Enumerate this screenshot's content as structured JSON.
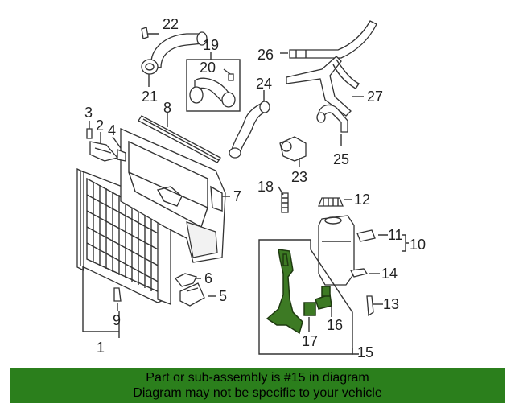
{
  "callouts": {
    "c1": "1",
    "c2": "2",
    "c3": "3",
    "c4": "4",
    "c5": "5",
    "c6": "6",
    "c7": "7",
    "c8": "8",
    "c9": "9",
    "c10": "10",
    "c11": "11",
    "c12": "12",
    "c13": "13",
    "c14": "14",
    "c15": "15",
    "c16": "16",
    "c17": "17",
    "c18": "18",
    "c19": "19",
    "c20": "20",
    "c21": "21",
    "c22": "22",
    "c23": "23",
    "c24": "24",
    "c25": "25",
    "c26": "26",
    "c27": "27"
  },
  "highlighted_part": "15",
  "colors": {
    "highlight": "#3d7a24",
    "banner": "#2b7f1c",
    "line": "#333333"
  },
  "banner": {
    "line1": "Part or sub-assembly is #15 in diagram",
    "line2": "Diagram may not be specific to your vehicle"
  }
}
